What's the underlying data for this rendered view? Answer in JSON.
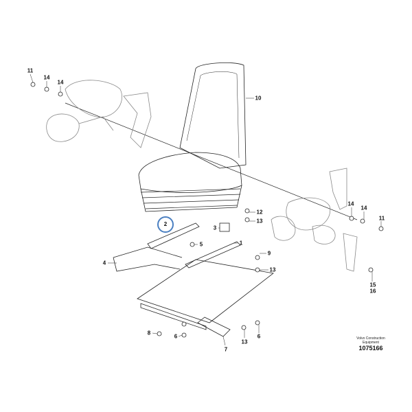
{
  "callouts": {
    "c11a": "11",
    "c14a": "14",
    "c14b": "14",
    "c10": "10",
    "c12": "12",
    "c13a": "13",
    "c3": "3",
    "c2": "2",
    "c5": "5",
    "c1": "1",
    "c4": "4",
    "c9": "9",
    "c13b": "13",
    "c14c": "14",
    "c14d": "14",
    "c11b": "11",
    "c15": "15",
    "c16": "16",
    "c8": "8",
    "c6a": "6",
    "c13c": "13",
    "c6b": "6",
    "c7": "7"
  },
  "footer": {
    "brand_line1": "Volvo Construction",
    "brand_line2": "Equipment",
    "drawing_number": "1075166"
  },
  "colors": {
    "line": "#222222",
    "highlight": "#4a7fc1"
  }
}
